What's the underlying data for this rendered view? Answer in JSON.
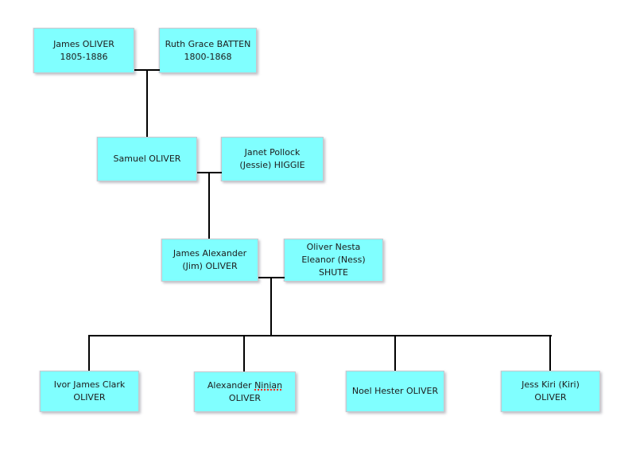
{
  "styles": {
    "box_fill": "#80ffff",
    "box_border": "#c4c9ce",
    "connector_color": "#000000",
    "text_color": "#1c1c1c",
    "spellcheck_underline_color": "#ff2a1e",
    "background": "#ffffff"
  },
  "tree": {
    "nodes": [
      {
        "id": "james-oliver",
        "label": "James OLIVER\n1805-1886"
      },
      {
        "id": "ruth-grace-batten",
        "label": "Ruth Grace BATTEN\n1800-1868"
      },
      {
        "id": "samuel-oliver",
        "label": "Samuel OLIVER"
      },
      {
        "id": "janet-pollock-higgie",
        "label": "Janet Pollock\n(Jessie) HIGGIE"
      },
      {
        "id": "james-alexander-oliver",
        "label": "James Alexander\n(Jim) OLIVER"
      },
      {
        "id": "oliver-nesta-shute",
        "label": "Oliver Nesta\nEleanor (Ness)\nSHUTE"
      },
      {
        "id": "ivor-james-clark-oliver",
        "label": "Ivor James Clark\nOLIVER"
      },
      {
        "id": "alexander-ninian-oliver",
        "label_part1": "Alexander ",
        "label_flagged": "Ninian",
        "label_part2": "\nOLIVER"
      },
      {
        "id": "noel-hester-oliver",
        "label": "Noel Hester OLIVER"
      },
      {
        "id": "jess-kiri-oliver",
        "label": "Jess Kiri (Kiri)\nOLIVER"
      }
    ]
  }
}
